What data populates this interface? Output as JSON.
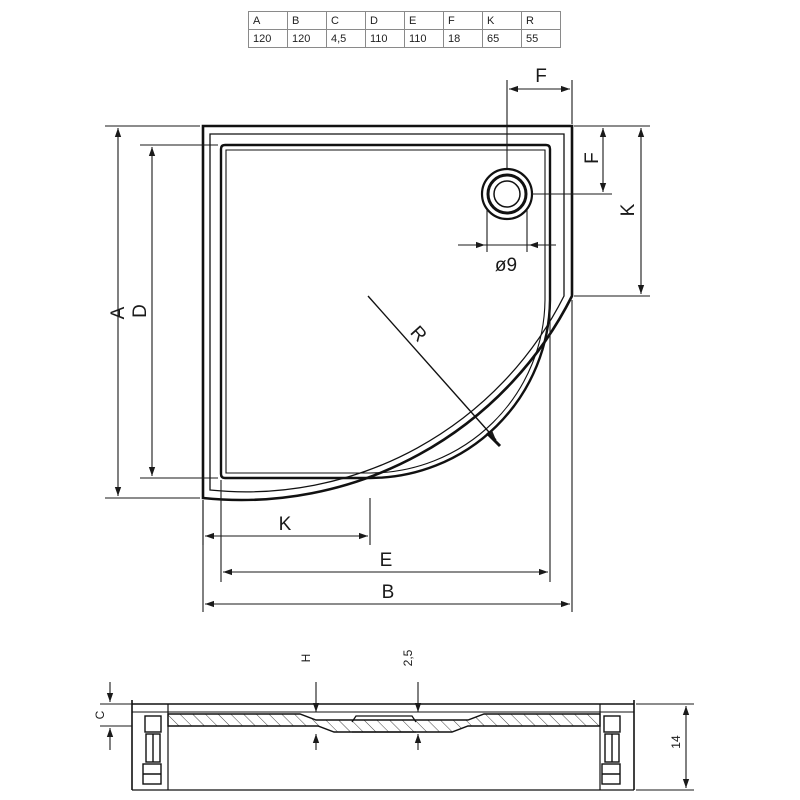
{
  "spec_table": {
    "headers": [
      "A",
      "B",
      "C",
      "D",
      "E",
      "F",
      "K",
      "R"
    ],
    "values": [
      "120",
      "120",
      "4,5",
      "110",
      "110",
      "18",
      "65",
      "55"
    ]
  },
  "labels": {
    "A": "A",
    "B": "B",
    "C": "C",
    "D": "D",
    "E": "E",
    "F_top": "F",
    "F_side": "F",
    "K_side": "K",
    "K_bottom": "K",
    "R": "R",
    "drain": "ø9",
    "H": "H",
    "depth": "2,5",
    "height": "14"
  }
}
